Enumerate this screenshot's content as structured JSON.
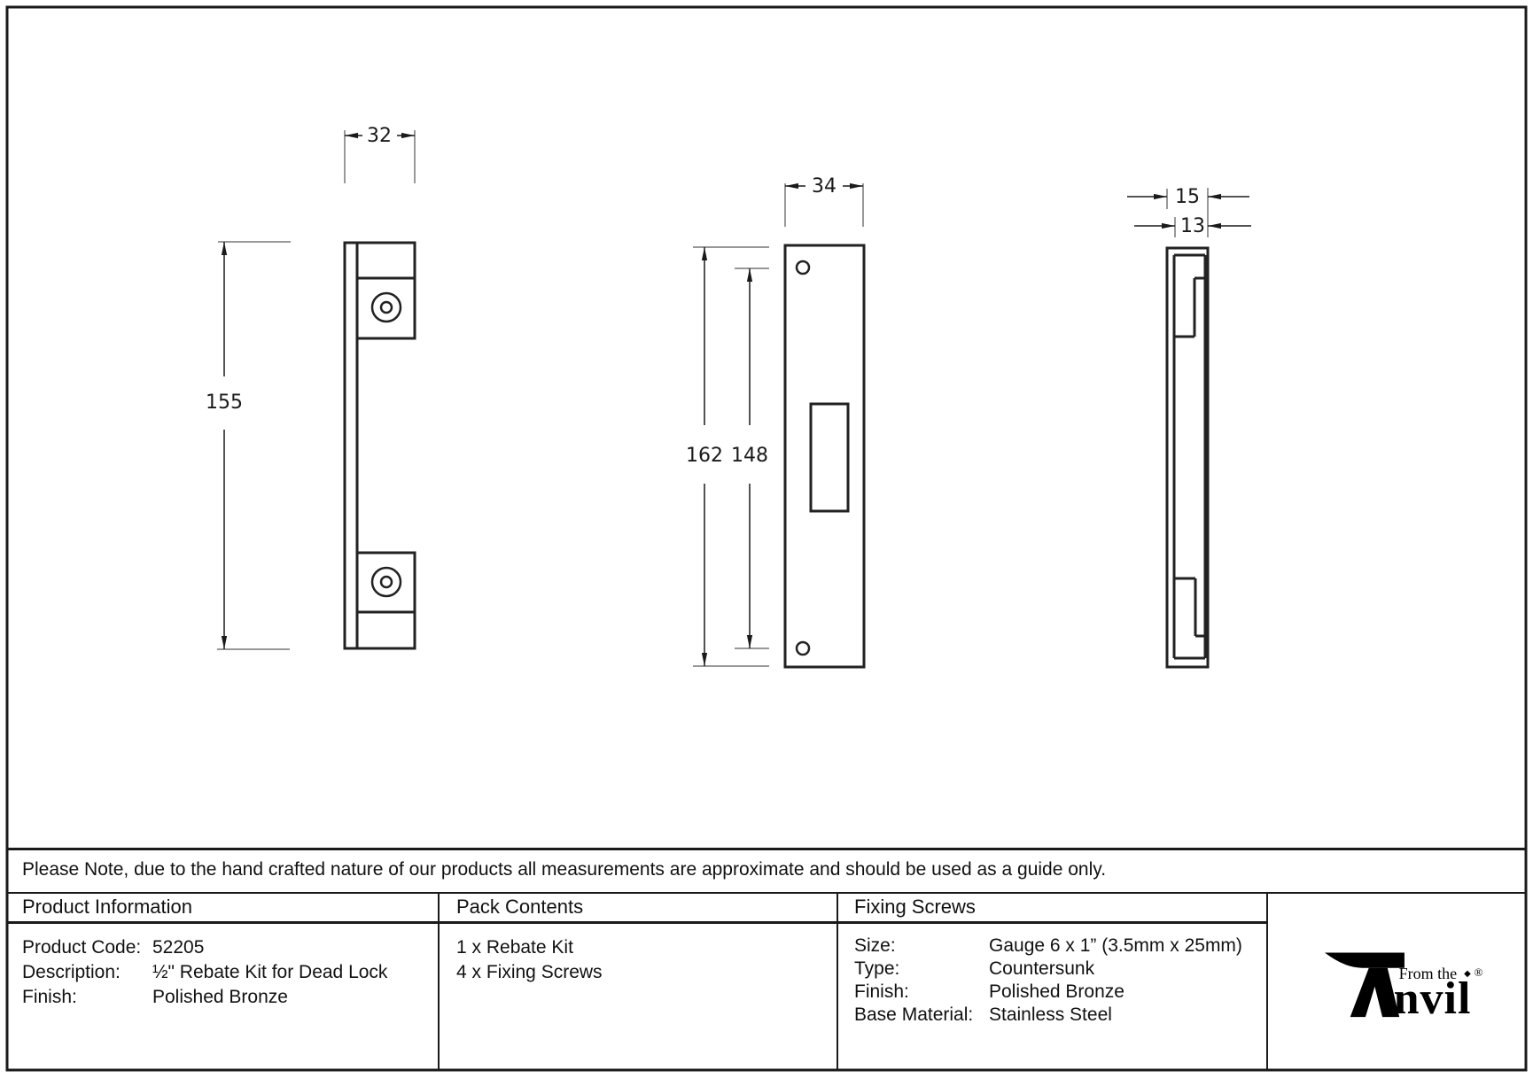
{
  "drawings": {
    "front_view": {
      "name": "rebate kit front elevation",
      "width_dim": "32",
      "height_dim": "155"
    },
    "face_view": {
      "name": "faceplate elevation",
      "width_dim": "34",
      "outer_height_dim": "162",
      "inner_height_dim": "148"
    },
    "side_view": {
      "name": "edge section view",
      "outer_depth_dim": "15",
      "inner_depth_dim": "13"
    }
  },
  "note": "Please Note, due to the hand crafted nature of our products all measurements are approximate and should be used as a guide only.",
  "table": {
    "product_information": {
      "header": "Product Information",
      "rows": [
        {
          "label": "Product Code:",
          "value": "52205"
        },
        {
          "label": "Description:",
          "value": "½\" Rebate Kit for Dead Lock"
        },
        {
          "label": "Finish:",
          "value": "Polished Bronze"
        }
      ]
    },
    "pack_contents": {
      "header": "Pack Contents",
      "items": [
        "1 x Rebate Kit",
        "4 x Fixing Screws"
      ]
    },
    "fixing_screws": {
      "header": "Fixing Screws",
      "rows": [
        {
          "label": "Size:",
          "value": "Gauge 6 x 1” (3.5mm x 25mm)"
        },
        {
          "label": "Type:",
          "value": "Countersunk"
        },
        {
          "label": "Finish:",
          "value": "Polished Bronze"
        },
        {
          "label": "Base Material:",
          "value": "Stainless Steel"
        }
      ]
    }
  },
  "logo": {
    "brand_prefix": "From the",
    "brand_suffix": "nvil",
    "diamond": "◆",
    "registered": "®"
  },
  "colors": {
    "line": "#1a1a1a",
    "extension_line": "#777777",
    "background": "#ffffff"
  }
}
